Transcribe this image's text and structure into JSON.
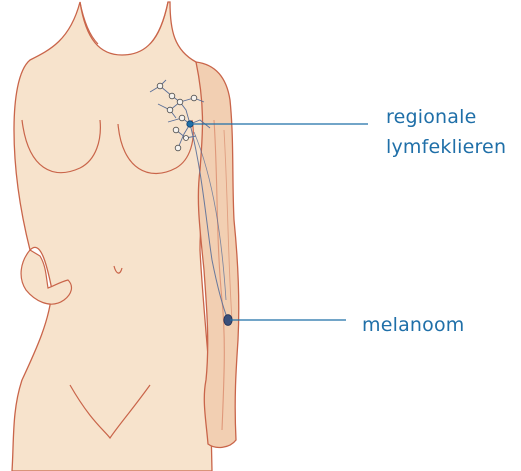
{
  "labels": {
    "lymph_nodes_line1": "regionale",
    "lymph_nodes_line2": "lymfeklieren",
    "melanoma": "melanoom"
  },
  "colors": {
    "skin": "#f7e3cc",
    "outline": "#c9654a",
    "vessel": "#5a6f99",
    "callout": "#1f6fa8"
  }
}
